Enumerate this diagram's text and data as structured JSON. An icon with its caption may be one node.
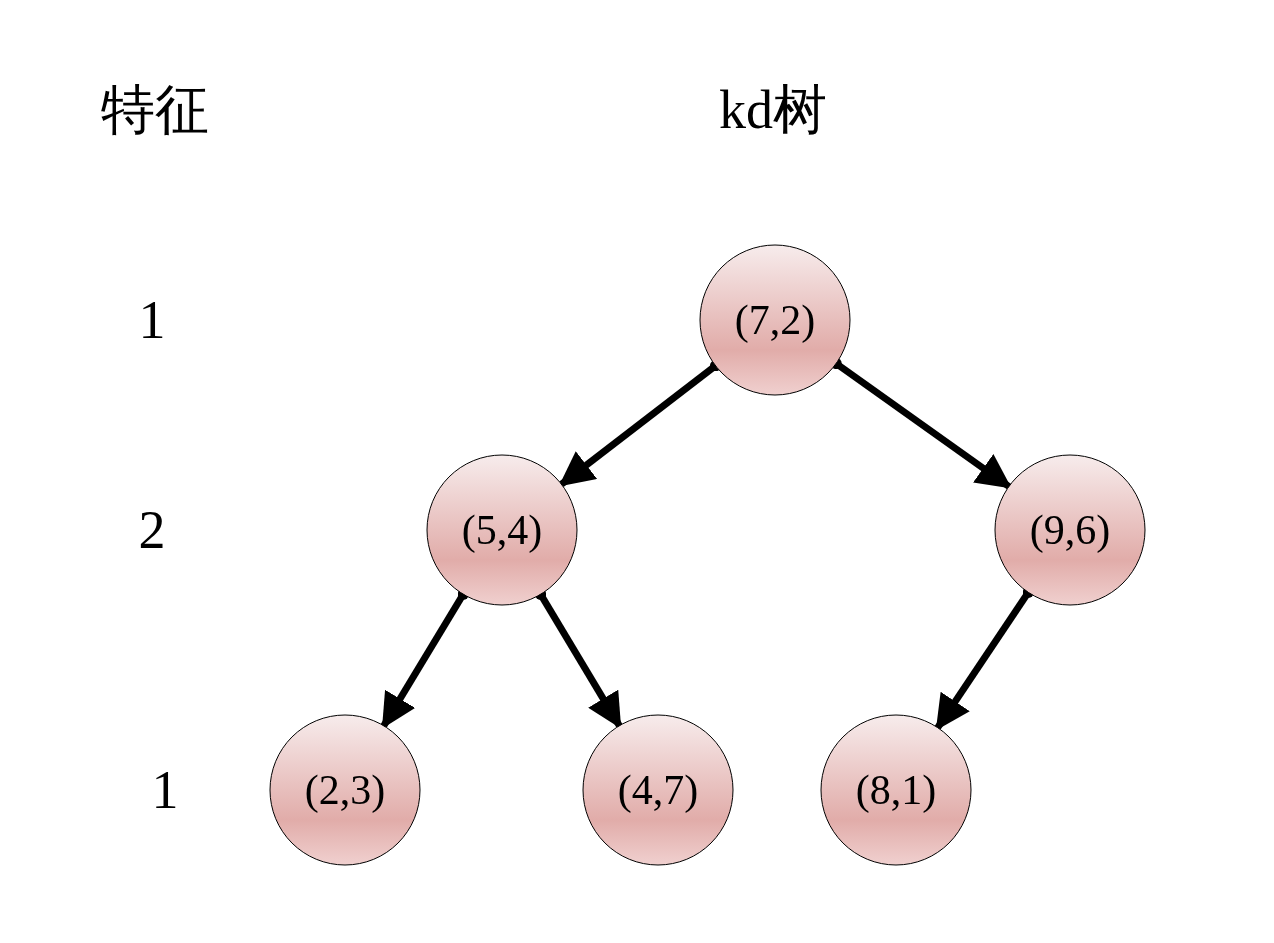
{
  "diagram": {
    "nodes": [
      {
        "text": [
          "(7,2)"
        ]
      },
      {
        "text": [
          "(5,4)"
        ]
      },
      {
        "text": [
          "(9,6)"
        ]
      },
      {
        "text": [
          "(2,3)"
        ]
      },
      {
        "text": [
          "(4,7)"
        ]
      },
      {
        "text": [
          "(8,1)"
        ]
      }
    ],
    "edges": [
      {
        "from": 0,
        "to": 1,
        "arrow": "to"
      },
      {
        "from": 0,
        "to": 2,
        "arrow": "to"
      },
      {
        "from": 1,
        "to": 3,
        "arrow": "to"
      },
      {
        "from": 1,
        "to": 4,
        "arrow": "to"
      },
      {
        "from": 2,
        "to": 5,
        "arrow": "to"
      }
    ],
    "labels": [
      "特征",
      "kd树",
      "1",
      "2",
      "1"
    ]
  }
}
